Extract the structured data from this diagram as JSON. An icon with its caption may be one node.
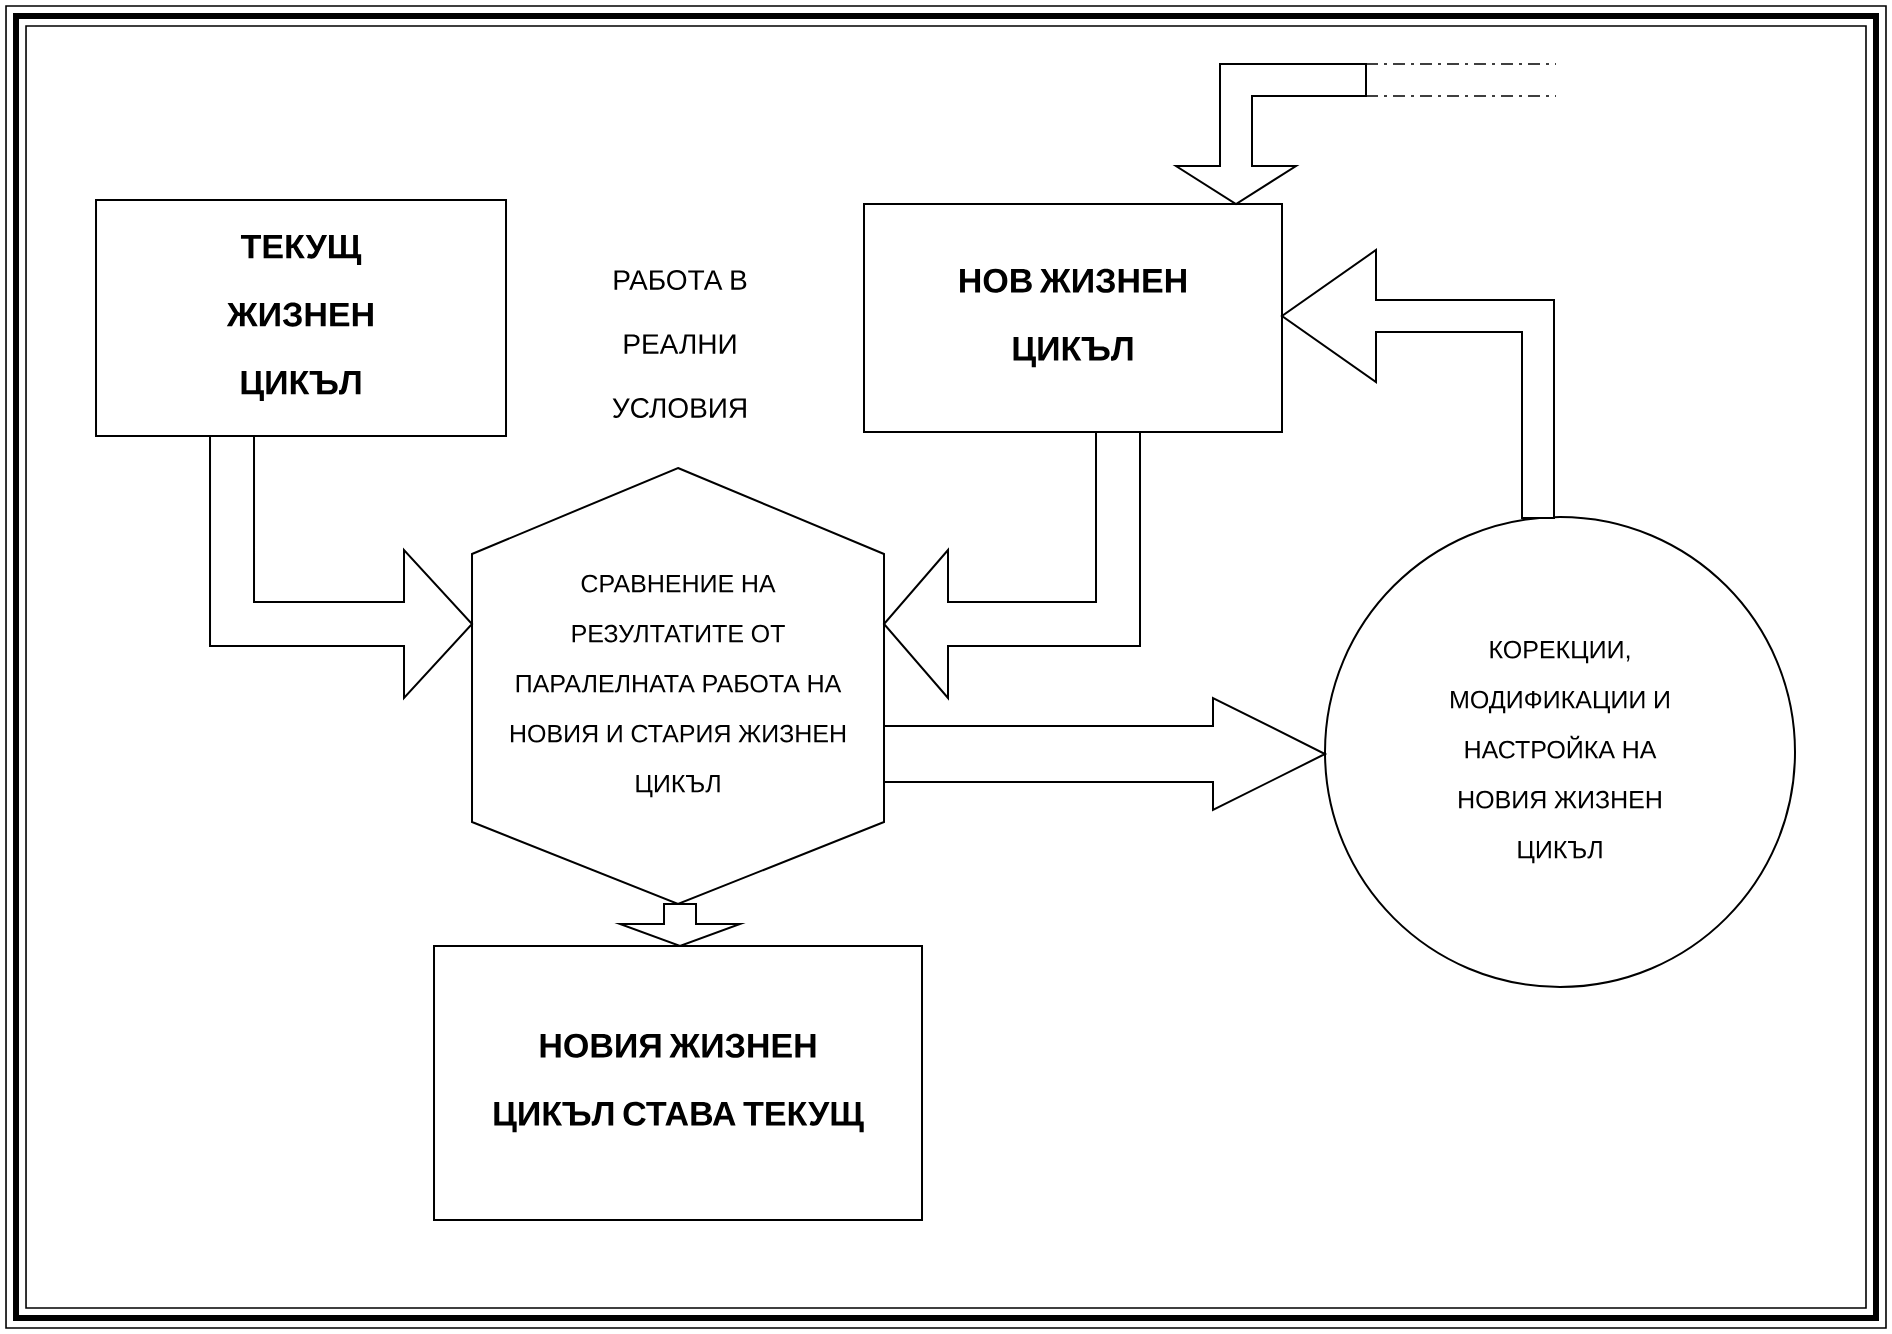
{
  "diagram": {
    "nodes": [
      {
        "text": [
          "ТЕКУЩ ЖИЗНЕН ЦИКЪЛ"
        ]
      },
      {
        "text": [
          "НОВ ЖИЗНЕН ЦИКЪЛ"
        ]
      },
      {
        "text": [
          "СРАВНЕНИЕ НА РЕЗУЛТАТИТЕ ОТ ПАРАЛЕЛНАТА РАБОТА НА НОВИЯ И СТАРИЯ ЖИЗНЕН ЦИКЪЛ"
        ]
      },
      {
        "text": [
          "КОРЕКЦИИ, МОДИФИКАЦИИ И НАСТРОЙКА НА НОВИЯ ЖИЗНЕН ЦИКЪЛ"
        ]
      },
      {
        "text": [
          "НОВИЯ ЖИЗНЕН ЦИКЪЛ СТАВА ТЕКУЩ"
        ]
      }
    ],
    "edges": [
      {
        "from": 0,
        "to": 2,
        "arrow": "to"
      },
      {
        "from": 1,
        "to": 2,
        "arrow": "to"
      },
      {
        "from": 2,
        "to": 3,
        "arrow": "to"
      },
      {
        "from": 3,
        "to": 1,
        "arrow": "to"
      },
      {
        "from": 2,
        "to": 4,
        "arrow": "to"
      },
      {
        "from": null,
        "to": 1,
        "arrow": "to"
      }
    ],
    "labels": [
      "РАБОТА В РЕАЛНИ УСЛОВИЯ"
    ]
  }
}
